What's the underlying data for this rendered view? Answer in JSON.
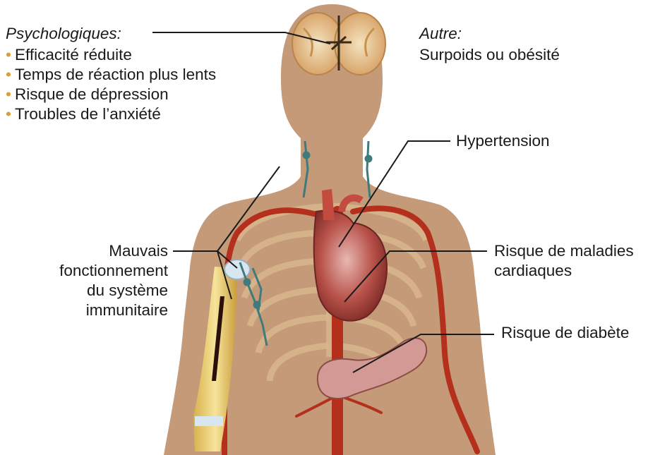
{
  "psychological": {
    "title": "Psychologiques:",
    "items": [
      "Efficacité réduite",
      "Temps de réaction plus lents",
      "Risque de dépression",
      "Troubles de l’anxiété"
    ]
  },
  "other": {
    "title": "Autre:",
    "value": "Surpoids ou obésité"
  },
  "labels": {
    "hypertension": "Hypertension",
    "heart_disease_line1": "Risque de maladies",
    "heart_disease_line2": "cardiaques",
    "diabetes": "Risque de diabète",
    "immune_line1": "Mauvais",
    "immune_line2": "fonctionnement",
    "immune_line3": "du système",
    "immune_line4": "immunitaire"
  },
  "colors": {
    "skin": "#c49a78",
    "bone": "#efd9a0",
    "artery": "#b5301c",
    "bullet": "#e29b2a",
    "leader": "#1a1a1a"
  }
}
